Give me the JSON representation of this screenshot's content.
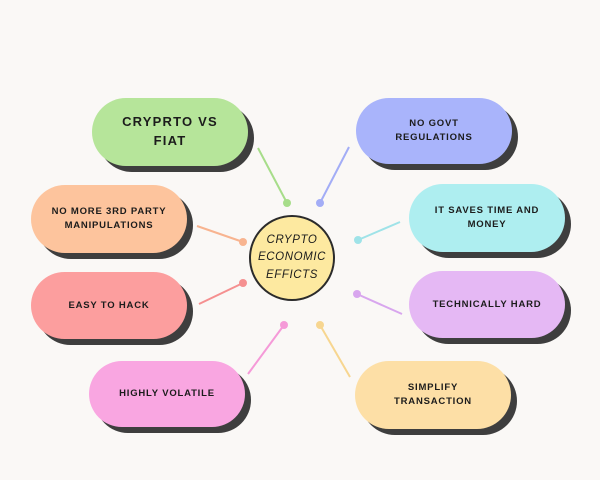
{
  "center": {
    "label": "CRYPTO ECONOMIC EFFICTS",
    "color": "#fde9a0"
  },
  "nodes": [
    {
      "id": "crypto-vs-fiat",
      "label": "CRYPRTO VS FIAT",
      "color": "#b6e59a",
      "dot_color": "#a7dd8a"
    },
    {
      "id": "no-govt-regulations",
      "label": "NO GOVT REGULATIONS",
      "color": "#a9b4fb",
      "dot_color": "#a3adf6"
    },
    {
      "id": "no-more-3rd-party",
      "label": "NO MORE 3RD PARTY MANIPULATIONS",
      "color": "#fdc49d",
      "dot_color": "#f8b490"
    },
    {
      "id": "it-saves-time",
      "label": "IT SAVES TIME AND MONEY",
      "color": "#aeeef0",
      "dot_color": "#9fe3e8"
    },
    {
      "id": "easy-to-hack",
      "label": "EASY TO HACK",
      "color": "#fc9e9e",
      "dot_color": "#f59090"
    },
    {
      "id": "technically-hard",
      "label": "TECHNICALLY HARD",
      "color": "#e5b8f4",
      "dot_color": "#d8a6ee"
    },
    {
      "id": "highly-volatile",
      "label": "HIGHLY VOLATILE",
      "color": "#f9a6e1",
      "dot_color": "#f59ad8"
    },
    {
      "id": "simplify-transaction",
      "label": "SIMPLIFY TRANSACTION",
      "color": "#fddfa6",
      "dot_color": "#f7d690"
    }
  ]
}
